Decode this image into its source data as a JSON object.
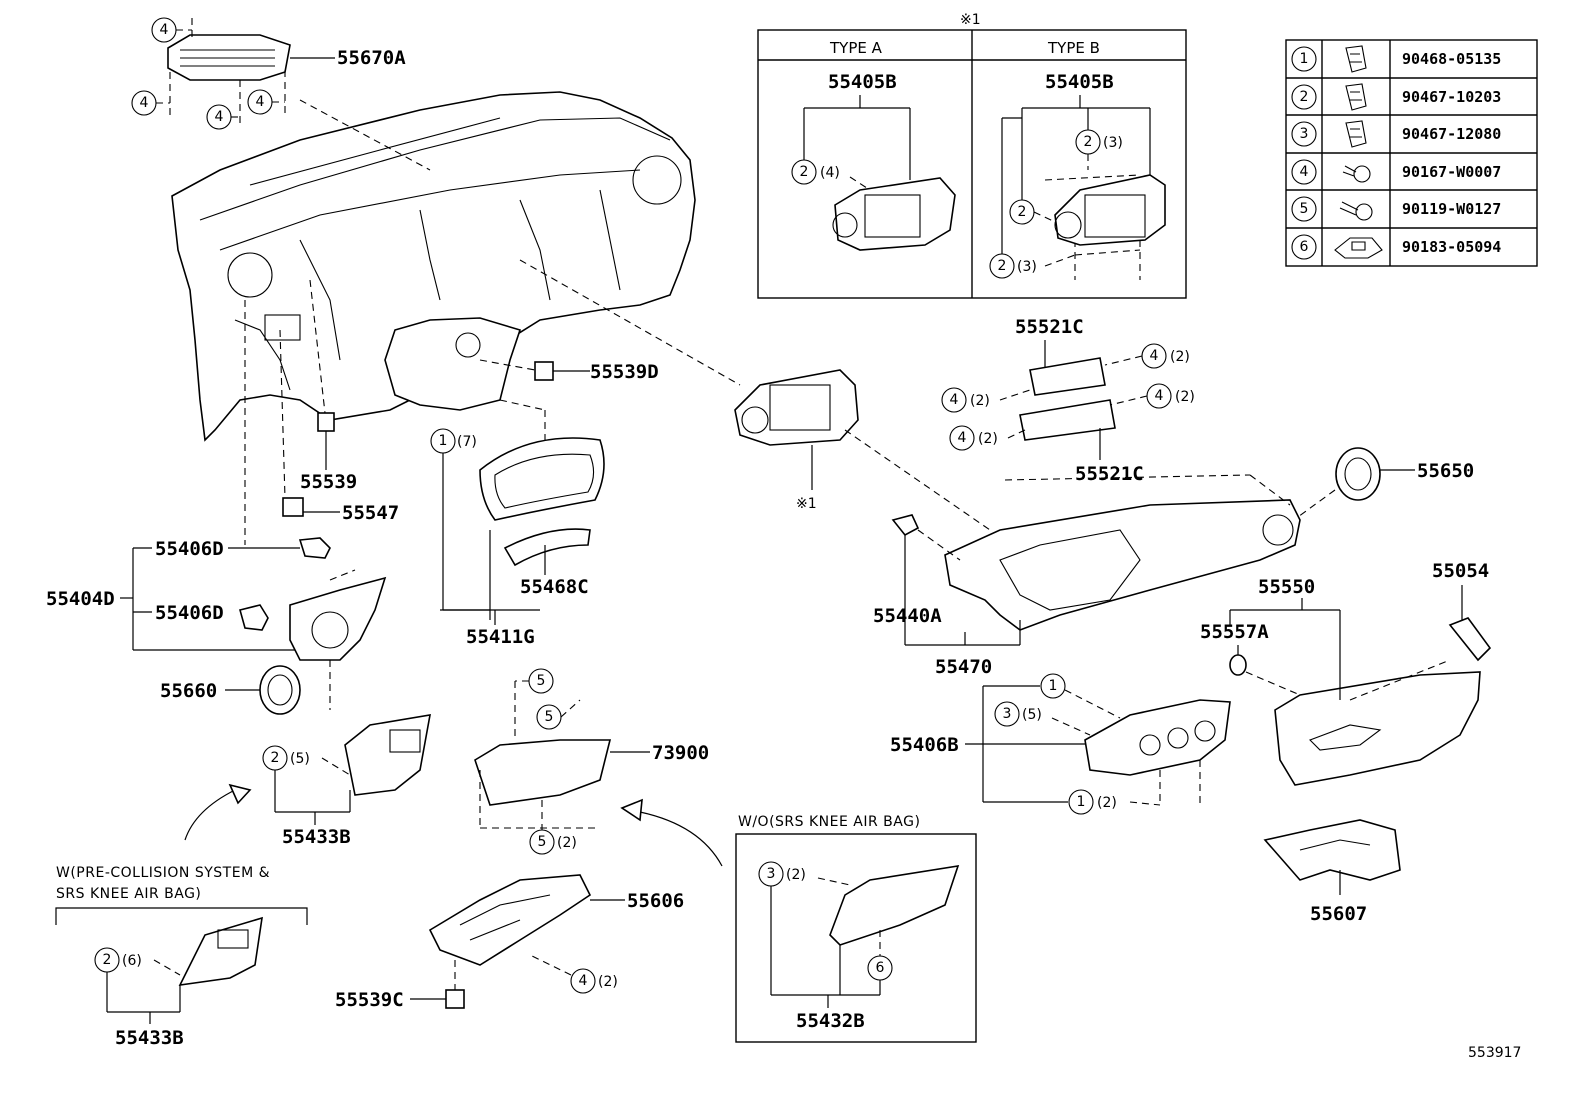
{
  "parts": {
    "p55670A": "55670A",
    "p55539D": "55539D",
    "p55539": "55539",
    "p55547": "55547",
    "p55406D_a": "55406D",
    "p55404D": "55404D",
    "p55406D_b": "55406D",
    "p55660": "55660",
    "p55411G": "55411G",
    "p55468C": "55468C",
    "p55433B_a": "55433B",
    "p55433B_b": "55433B",
    "p73900": "73900",
    "p55606": "55606",
    "p55539C": "55539C",
    "p55432B": "55432B",
    "p55405B_a": "55405B",
    "p55405B_b": "55405B",
    "p55521C_a": "55521C",
    "p55521C_b": "55521C",
    "p55650": "55650",
    "p55440A": "55440A",
    "p55470": "55470",
    "p55550": "55550",
    "p55054": "55054",
    "p55557A": "55557A",
    "p55406B": "55406B",
    "p55607": "55607"
  },
  "refs": {
    "note_mark": "※1",
    "note_mark_bottom": "※1",
    "type_a": "TYPE A",
    "type_b": "TYPE B"
  },
  "qty": {
    "q7": "(7)",
    "q4": "(4)",
    "q3": "(3)",
    "q2": "(2)",
    "q5": "(5)",
    "q6": "(6)"
  },
  "notes": {
    "wo_srs": "W/O(SRS KNEE AIR BAG)",
    "w_pre_line1": "W(PRE-COLLISION SYSTEM &",
    "w_pre_line2": "SRS KNEE AIR BAG)"
  },
  "fastener_table": [
    {
      "num": "1",
      "icon": "clip-icon",
      "part": "90468-05135"
    },
    {
      "num": "2",
      "icon": "clip-icon",
      "part": "90467-10203"
    },
    {
      "num": "3",
      "icon": "clip-icon",
      "part": "90467-12080"
    },
    {
      "num": "4",
      "icon": "screw-icon",
      "part": "90167-W0007"
    },
    {
      "num": "5",
      "icon": "screw-icon",
      "part": "90119-W0127"
    },
    {
      "num": "6",
      "icon": "nut-clip-icon",
      "part": "90183-05094"
    }
  ],
  "diagram_id": "553917"
}
